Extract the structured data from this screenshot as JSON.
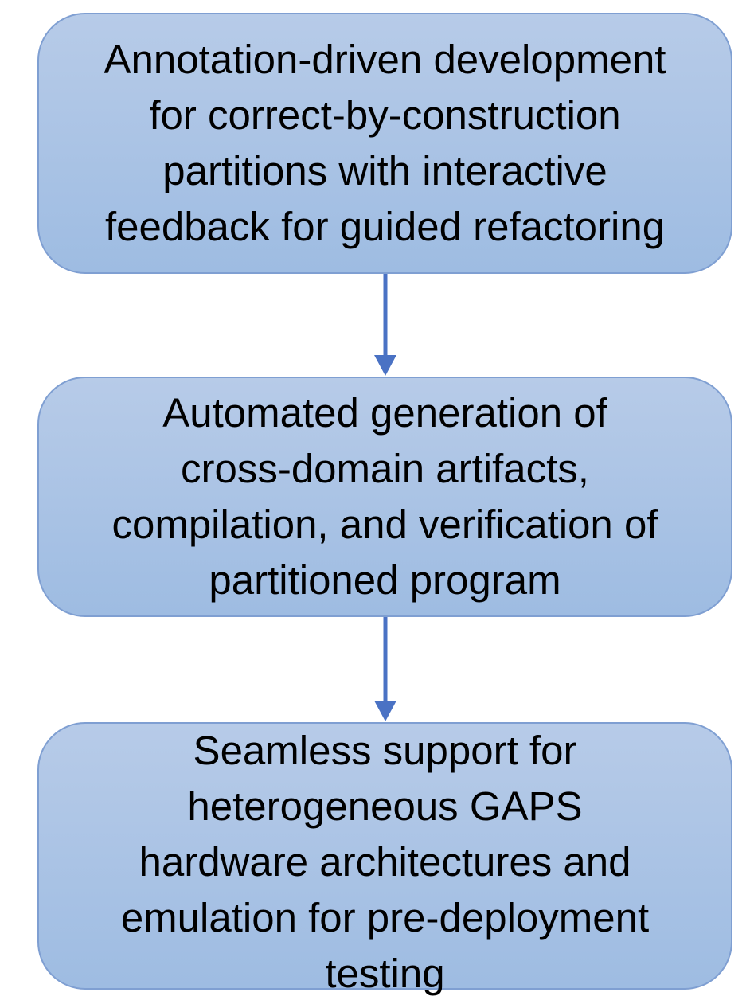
{
  "colors": {
    "box_fill_top": "#b7cbe8",
    "box_fill_bottom": "#9ebce2",
    "box_border": "#7f9fd2",
    "arrow": "#4a72c4",
    "text": "#000000"
  },
  "steps": [
    {
      "lines": "Annotation-driven development\nfor correct-by-construction\npartitions with interactive\nfeedback for guided refactoring"
    },
    {
      "lines": "Automated generation of\ncross-domain artifacts,\ncompilation, and verification of\npartitioned program"
    },
    {
      "lines": "Seamless support for\nheterogeneous GAPS\nhardware architectures and\nemulation for pre-deployment\ntesting"
    }
  ]
}
